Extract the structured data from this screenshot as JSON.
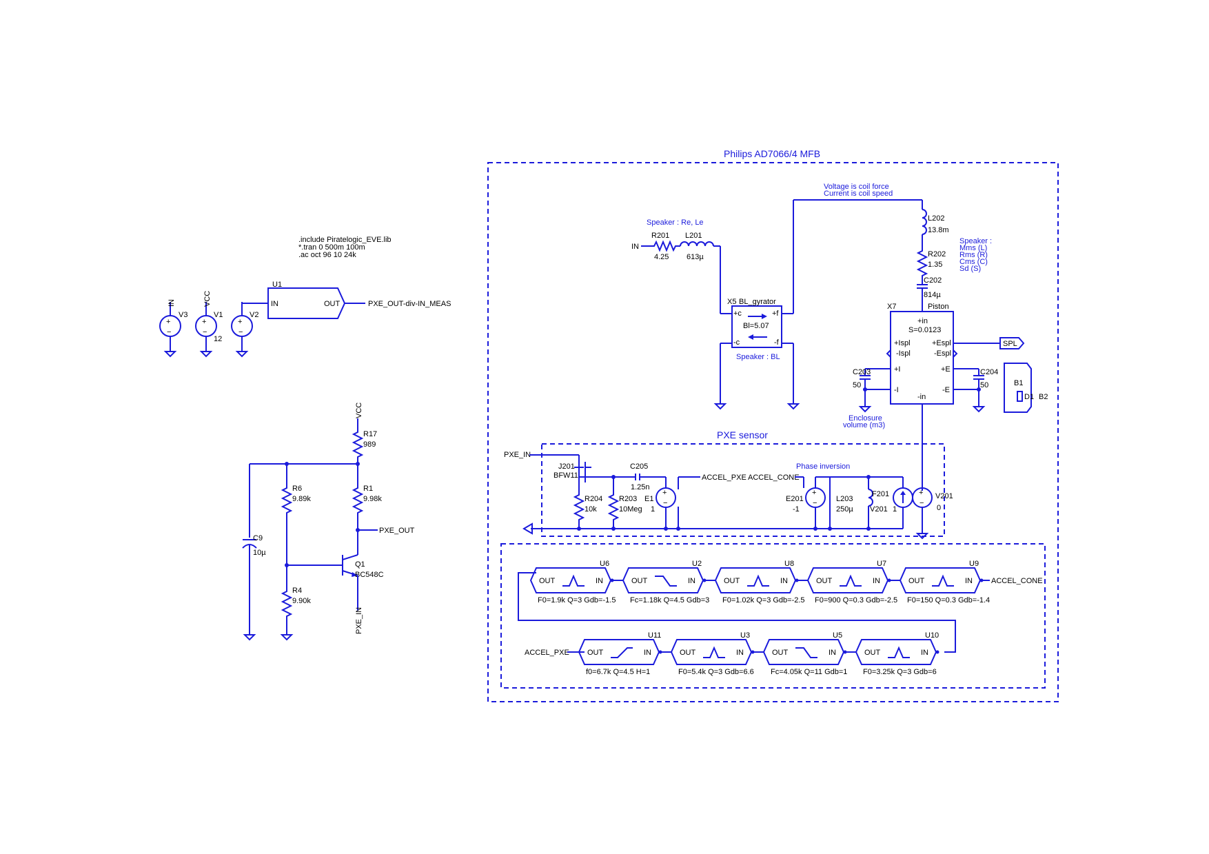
{
  "colors": {
    "wire": "#1a1adb",
    "text": "#000000",
    "note": "#1a1adb",
    "background": "#ffffff"
  },
  "directives": [
    ".include Piratelogic_EVE.lib",
    "*.tran 0 500m 100m",
    ".ac oct 96 10 24k"
  ],
  "groups": {
    "mfb": "Philips AD7066/4 MFB",
    "pxe_sensor": "PXE sensor"
  },
  "notes": {
    "re_le": "Speaker : Re, Le",
    "coil_force": "Voltage is coil force",
    "coil_speed": "Current is coil speed",
    "speaker_params": [
      "Speaker :",
      "Mms (L)",
      "Rms (R)",
      "Cms (C)",
      "Sd (S)"
    ],
    "speaker_bl": "Speaker : BL",
    "enclosure": [
      "Enclosure",
      "volume (m3)"
    ],
    "phase_inversion": "Phase inversion"
  },
  "sources": {
    "v3": {
      "name": "V3",
      "net": "IN"
    },
    "v1": {
      "name": "V1",
      "net": "VCC",
      "value": "12"
    },
    "v2": {
      "name": "V2"
    },
    "u1": {
      "name": "U1",
      "in": "IN",
      "out": "OUT",
      "net_out": "PXE_OUT-div-IN_MEAS"
    }
  },
  "amp": {
    "vcc": "VCC",
    "r17": {
      "name": "R17",
      "value": "989"
    },
    "r1": {
      "name": "R1",
      "value": "9.98k"
    },
    "r6": {
      "name": "R6",
      "value": "9.89k"
    },
    "r4": {
      "name": "R4",
      "value": "9.90k"
    },
    "c9": {
      "name": "C9",
      "value": "10µ"
    },
    "q1": {
      "name": "Q1",
      "model": "BC548C"
    },
    "pxe_out": "PXE_OUT",
    "pxe_in": "PXE_IN"
  },
  "speaker": {
    "in": "IN",
    "r201": {
      "name": "R201",
      "value": "4.25"
    },
    "l201": {
      "name": "L201",
      "value": "613µ"
    },
    "x5": {
      "name": "X5",
      "model": "BL_gyrator",
      "pc": "+c",
      "pf": "+f",
      "nc": "-c",
      "nf": "-f",
      "param": "Bl=5.07"
    },
    "l202": {
      "name": "L202",
      "value": "13.8m"
    },
    "r202": {
      "name": "R202",
      "value": "1.35"
    },
    "c202": {
      "name": "C202",
      "value": "814µ"
    },
    "x7": {
      "name": "X7",
      "model": "Piston",
      "pin": "+in",
      "param": "S=0.0123",
      "pispl": "+Ispl",
      "nispl": "-Ispl",
      "pespl": "+Espl",
      "nespl": "-Espl",
      "pi": "+I",
      "ni": "-I",
      "pe": "+E",
      "ne": "-E",
      "nin": "-in"
    },
    "spl": "SPL",
    "c203": {
      "name": "C203",
      "value": "50"
    },
    "c204": {
      "name": "C204",
      "value": "50"
    },
    "b1": {
      "name": "B1",
      "d1": "D1",
      "b2": "B2"
    }
  },
  "pxe": {
    "pxe_in": "PXE_IN",
    "j201": {
      "name": "J201",
      "model": "BFW11"
    },
    "c205": {
      "name": "C205",
      "value": "1.25n"
    },
    "r204": {
      "name": "R204",
      "value": "10k"
    },
    "r203": {
      "name": "R203",
      "value": "10Meg"
    },
    "e1": {
      "name": "E1",
      "value": "1"
    },
    "accel_pxe": "ACCEL_PXE",
    "accel_cone": "ACCEL_CONE",
    "e201": {
      "name": "E201",
      "value": "-1"
    },
    "l203": {
      "name": "L203",
      "value": "250µ"
    },
    "f201": {
      "name": "F201",
      "ctl": "V201",
      "value": "1"
    },
    "v201": {
      "name": "V201",
      "value": "0"
    }
  },
  "filters": {
    "row1": [
      {
        "name": "U6",
        "shape": "peak",
        "param": "F0=1.9k Q=3 Gdb=-1.5"
      },
      {
        "name": "U2",
        "shape": "lowshelf",
        "param": "Fc=1.18k Q=4.5 Gdb=3"
      },
      {
        "name": "U8",
        "shape": "peak",
        "param": "F0=1.02k Q=3 Gdb=-2.5"
      },
      {
        "name": "U7",
        "shape": "peak",
        "param": "F0=900 Q=0.3 Gdb=-2.5"
      },
      {
        "name": "U9",
        "shape": "peak",
        "param": "F0=150 Q=0.3 Gdb=-1.4"
      }
    ],
    "row2": [
      {
        "name": "U11",
        "shape": "highpass",
        "param": "f0=6.7k Q=4.5 H=1"
      },
      {
        "name": "U3",
        "shape": "peak",
        "param": "F0=5.4k Q=3 Gdb=6.6"
      },
      {
        "name": "U5",
        "shape": "lowshelf",
        "param": "Fc=4.05k Q=11 Gdb=1"
      },
      {
        "name": "U10",
        "shape": "peak",
        "param": "F0=3.25k Q=3 Gdb=6"
      }
    ],
    "out": "OUT",
    "in": "IN",
    "accel_cone": "ACCEL_CONE",
    "accel_pxe": "ACCEL_PXE"
  }
}
